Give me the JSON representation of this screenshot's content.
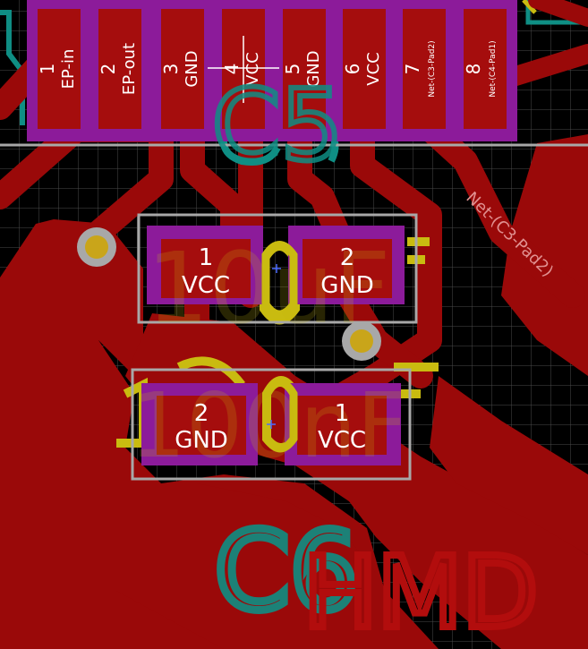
{
  "colors": {
    "background": "#000000",
    "grid": "#4a4a4a",
    "copper": "#9a0909",
    "pad": "#a50d0d",
    "mask": "#8c1b9a",
    "silk_yellow": "#c9bb10",
    "silk_teal": "#0f8e84",
    "fab_gray": "#a8a8a8",
    "label_white": "#ffffff",
    "label_pink": "#c04a4a"
  },
  "header": {
    "pins": [
      {
        "num": "1",
        "name": "EP-in"
      },
      {
        "num": "2",
        "name": "EP-out"
      },
      {
        "num": "3",
        "name": "GND"
      },
      {
        "num": "4",
        "name": "VCC"
      },
      {
        "num": "5",
        "name": "GND"
      },
      {
        "num": "6",
        "name": "VCC"
      },
      {
        "num": "7",
        "name": "Net-(C3-Pad2)"
      },
      {
        "num": "8",
        "name": "Net-(C4-Pad1)"
      }
    ]
  },
  "cap_upper": {
    "value": "10uF",
    "pads": [
      {
        "num": "1",
        "name": "VCC"
      },
      {
        "num": "2",
        "name": "GND"
      }
    ]
  },
  "cap_lower": {
    "value": "100nF",
    "pads": [
      {
        "num": "2",
        "name": "GND"
      },
      {
        "num": "1",
        "name": "VCC"
      }
    ]
  },
  "silk": {
    "c5_ref": "C5",
    "c6_ref": "C6",
    "hmd_text": "HMD"
  },
  "net_label": "Net-(C3-Pad2)"
}
